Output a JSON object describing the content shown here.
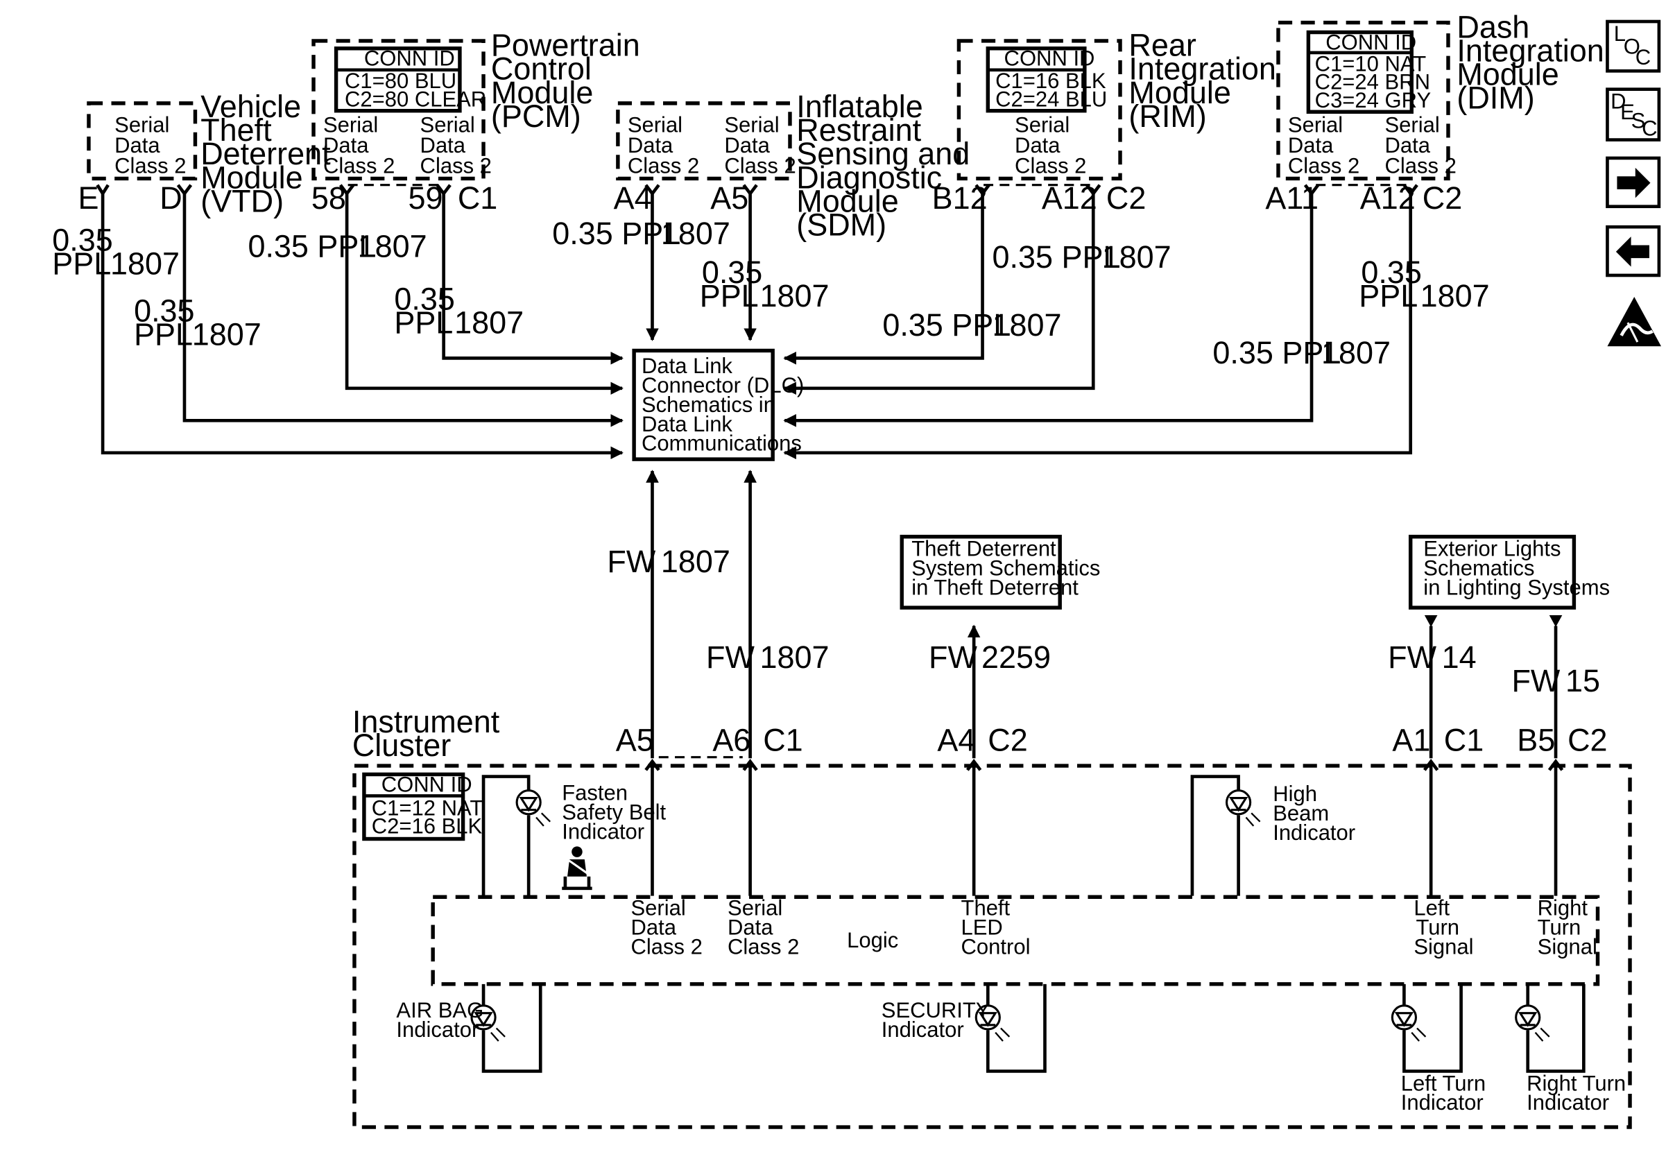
{
  "modules": {
    "vtd": {
      "name": [
        "Vehicle",
        "Theft",
        "Deterrent",
        "Module",
        "(VTD)"
      ],
      "serial": [
        "Serial",
        "Data",
        "Class 2"
      ],
      "pin_e": "E",
      "pin_d": "D"
    },
    "pcm": {
      "name": [
        "Powertrain",
        "Control",
        "Module",
        "(PCM)"
      ],
      "conn_title": "CONN ID",
      "conn": [
        "C1=80 BLU",
        "C2=80 CLEAR"
      ],
      "serial": [
        "Serial",
        "Data",
        "Class 2"
      ],
      "pin_a": "58",
      "pin_b": "59",
      "connector": "C1"
    },
    "sdm": {
      "name": [
        "Inflatable",
        "Restraint",
        "Sensing and",
        "Diagnostic",
        "Module",
        "(SDM)"
      ],
      "serial": [
        "Serial",
        "Data",
        "Class 2"
      ],
      "pin_a": "A4",
      "pin_b": "A5"
    },
    "rim": {
      "name": [
        "Rear",
        "Integration",
        "Module",
        "(RIM)"
      ],
      "conn_title": "CONN ID",
      "conn": [
        "C1=16 BLK",
        "C2=24 BLU"
      ],
      "serial": [
        "Serial",
        "Data",
        "Class 2"
      ],
      "pin_a": "B12",
      "pin_b": "A12",
      "connector": "C2"
    },
    "dim": {
      "name": [
        "Dash",
        "Integration",
        "Module",
        "(DIM)"
      ],
      "conn_title": "CONN ID",
      "conn": [
        "C1=10 NAT",
        "C2=24 BRN",
        "C3=24 GRY"
      ],
      "serial": [
        "Serial",
        "Data",
        "Class 2"
      ],
      "pin_a": "A11",
      "pin_b": "A12",
      "connector": "C2"
    }
  },
  "wires": {
    "w1": {
      "gauge": [
        "0.35",
        "PPL"
      ],
      "circuit": "1807"
    },
    "w2": {
      "gauge": [
        "0.35",
        "PPL"
      ],
      "circuit": "1807"
    },
    "w3": {
      "gauge": "0.35 PPL",
      "circuit": "1807"
    },
    "w4": {
      "gauge": [
        "0.35",
        "PPL"
      ],
      "circuit": "1807"
    },
    "w5": {
      "gauge": "0.35 PPL",
      "circuit": "1807"
    },
    "w6": {
      "gauge": [
        "0.35",
        "PPL"
      ],
      "circuit": "1807"
    },
    "w7": {
      "gauge": "0.35 PPL",
      "circuit": "1807"
    },
    "w8": {
      "gauge": "0.35 PPL",
      "circuit": "1807"
    },
    "w9": {
      "gauge": "0.35 PPL",
      "circuit": "1807"
    },
    "w10": {
      "gauge": [
        "0.35",
        "PPL"
      ],
      "circuit": "1807"
    },
    "fw1": {
      "gauge": "FW",
      "circuit": "1807"
    },
    "fw2": {
      "gauge": "FW",
      "circuit": "1807"
    },
    "fw3": {
      "gauge": "FW",
      "circuit": "2259"
    },
    "fw4": {
      "gauge": "FW",
      "circuit": "14"
    },
    "fw5": {
      "gauge": "FW",
      "circuit": "15"
    }
  },
  "dlc": [
    "Data Link",
    "Connector (DLC)",
    "Schematics in",
    "Data Link",
    "Communications"
  ],
  "theft_ref": [
    "Theft Deterrent",
    "System Schematics",
    "in Theft Deterrent"
  ],
  "lights_ref": [
    "Exterior Lights",
    "Schematics",
    "in Lighting Systems"
  ],
  "cluster": {
    "name": [
      "Instrument",
      "Cluster"
    ],
    "conn_title": "CONN ID",
    "conn": [
      "C1=12 NAT",
      "C2=16 BLK"
    ],
    "pins": {
      "a5": "A5",
      "a6": "A6",
      "c1": "C1",
      "a4": "A4",
      "c2a": "C2",
      "a1": "A1",
      "c1b": "C1",
      "b5": "B5",
      "c2b": "C2"
    },
    "seatbelt": [
      "Fasten",
      "Safety Belt",
      "Indicator"
    ],
    "highbeam": [
      "High",
      "Beam",
      "Indicator"
    ],
    "airbag": [
      "AIR BAG",
      "Indicator"
    ],
    "security": [
      "SECURITY",
      "Indicator"
    ],
    "left_turn": [
      "Left Turn",
      "Indicator"
    ],
    "right_turn": [
      "Right Turn",
      "Indicator"
    ],
    "logic": "Logic",
    "logic_serial1": [
      "Serial",
      "Data",
      "Class 2"
    ],
    "logic_serial2": [
      "Serial",
      "Data",
      "Class 2"
    ],
    "theft_led": [
      "Theft",
      "LED",
      "Control"
    ],
    "left_signal": [
      "Left",
      "Turn",
      "Signal"
    ],
    "right_signal": [
      "Right",
      "Turn",
      "Signal"
    ]
  },
  "nav": {
    "loc": [
      "L",
      "O",
      "C"
    ],
    "desc": [
      "D",
      "E",
      "S",
      "C"
    ],
    "forward_icon": "arrow-right-icon",
    "back_icon": "arrow-left-icon",
    "esd_icon": "esd-warning-icon"
  }
}
